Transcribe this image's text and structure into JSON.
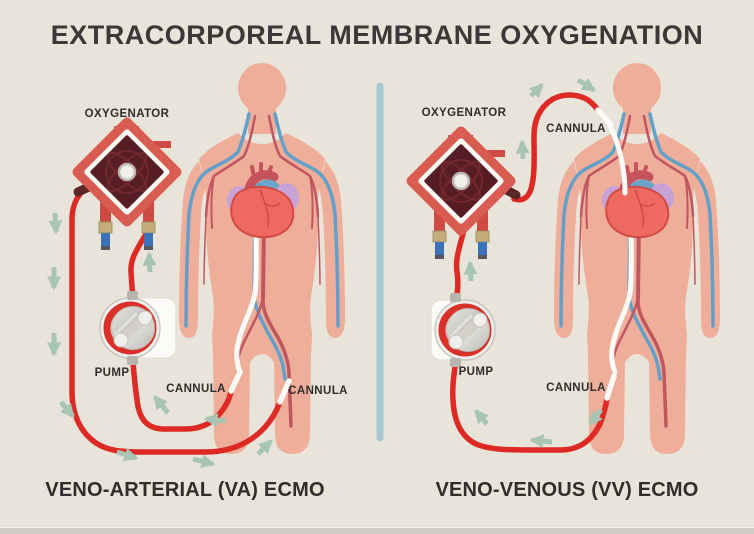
{
  "title": "EXTRACORPOREAL MEMBRANE OXYGENATION",
  "left_panel": {
    "caption": "VENO-ARTERIAL (VA) ECMO",
    "oxygenator_label": "OXYGENATOR",
    "pump_label": "PUMP",
    "drainage_cannula_label": "CANNULA",
    "return_cannula_label": "CANNULA"
  },
  "right_panel": {
    "caption": "VENO-VENOUS (VV) ECMO",
    "oxygenator_label": "OXYGENATOR",
    "pump_label": "PUMP",
    "neck_cannula_label": "CANNULA",
    "femoral_cannula_label": "CANNULA"
  },
  "colors": {
    "background": "#e9e4da",
    "footer_bar": "#d0ccc3",
    "title_text": "#3a3938",
    "label_text": "#2f2e2c",
    "tube_red": "#de2a24",
    "arrow_green": "#a8c4b2",
    "divider_blue": "#a7c7d2",
    "skin": "#efae99",
    "vein_blue": "#63a0c9",
    "artery_red": "#bf5660",
    "heart_red": "#ee6a61",
    "atria_purple": "#c8a2d7",
    "oxygenator_red": "#d85c52",
    "oxygenator_core": "#571d24",
    "cannula_white": "#fcfbf8"
  }
}
